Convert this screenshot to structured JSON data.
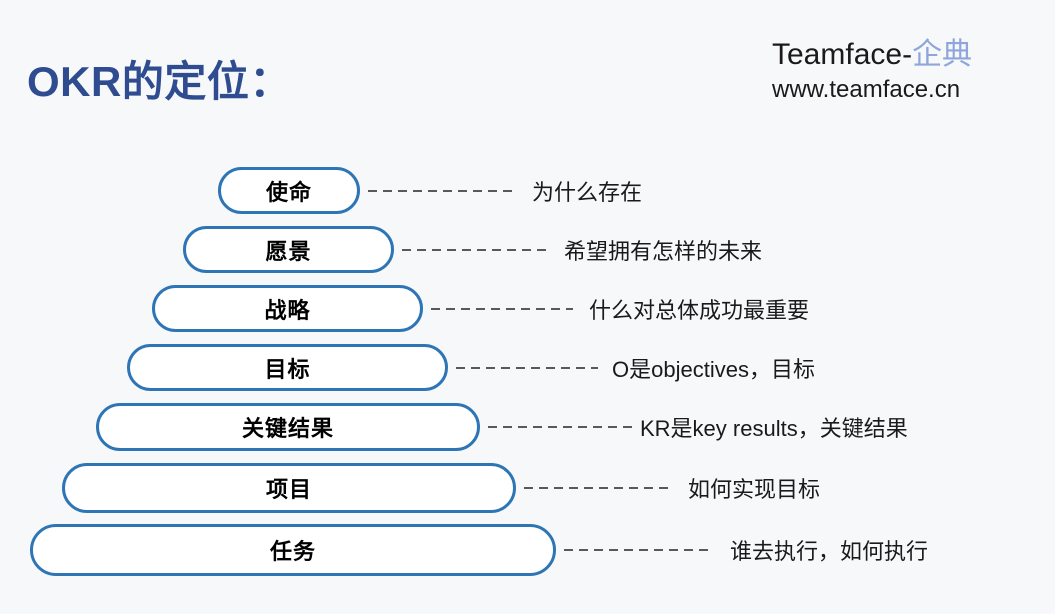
{
  "header": {
    "title": "OKR的定位：",
    "brand": {
      "name": "Teamface-",
      "suffix": "企典",
      "website": "www.teamface.cn"
    }
  },
  "pyramid": {
    "rows": [
      {
        "label": "使命",
        "description": "为什么存在"
      },
      {
        "label": "愿景",
        "description": "希望拥有怎样的未来"
      },
      {
        "label": "战略",
        "description": "什么对总体成功最重要"
      },
      {
        "label": "目标",
        "description": "O是objectives，目标"
      },
      {
        "label": "关键结果",
        "description": "KR是key results，关键结果"
      },
      {
        "label": "项目",
        "description": "如何实现目标"
      },
      {
        "label": "任务",
        "description": "谁去执行，如何执行"
      }
    ]
  },
  "colors": {
    "background": "#F7F8FA",
    "title": "#2E4C8F",
    "brand_suffix": "#8FA5DB",
    "pill_border": "#2E75B6",
    "pill_fill": "#FFFFFF",
    "dash": "#595959",
    "text": "#1A1A1A"
  }
}
